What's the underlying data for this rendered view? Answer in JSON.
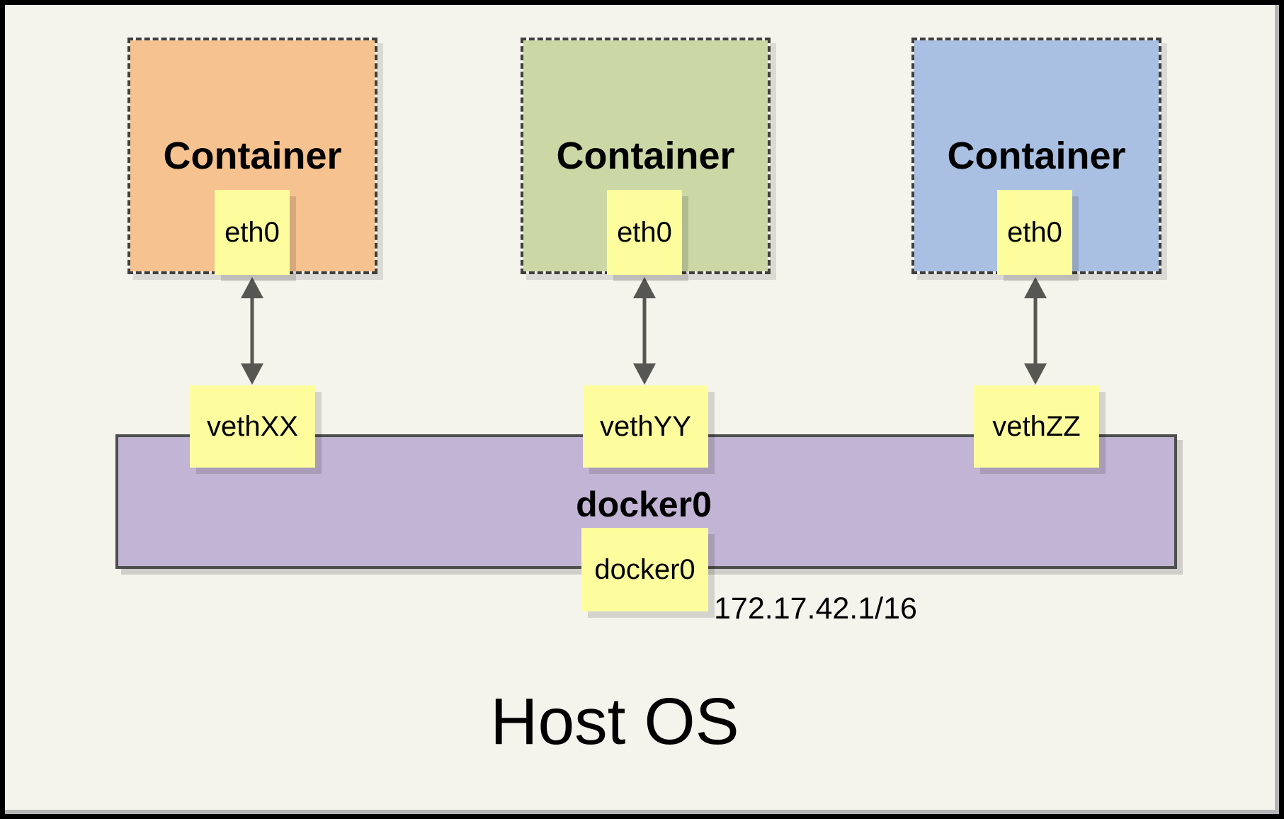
{
  "colors": {
    "background": "#F4F3EC",
    "container_orange": "#F6C28F",
    "container_green": "#CBD8A6",
    "container_blue": "#A9C0E2",
    "interface_yellow": "#FDFD9E",
    "bridge_purple": "#C2B4D4",
    "arrow_gray": "#565652"
  },
  "containers": [
    {
      "label": "Container",
      "interface": "eth0",
      "color": "#F6C28F"
    },
    {
      "label": "Container",
      "interface": "eth0",
      "color": "#CBD8A6"
    },
    {
      "label": "Container",
      "interface": "eth0",
      "color": "#A9C0E2"
    }
  ],
  "veths": [
    {
      "label": "vethXX"
    },
    {
      "label": "vethYY"
    },
    {
      "label": "vethZZ"
    }
  ],
  "bridge": {
    "name": "docker0",
    "interface": "docker0",
    "ip": "172.17.42.1/16"
  },
  "host": {
    "label": "Host OS"
  }
}
